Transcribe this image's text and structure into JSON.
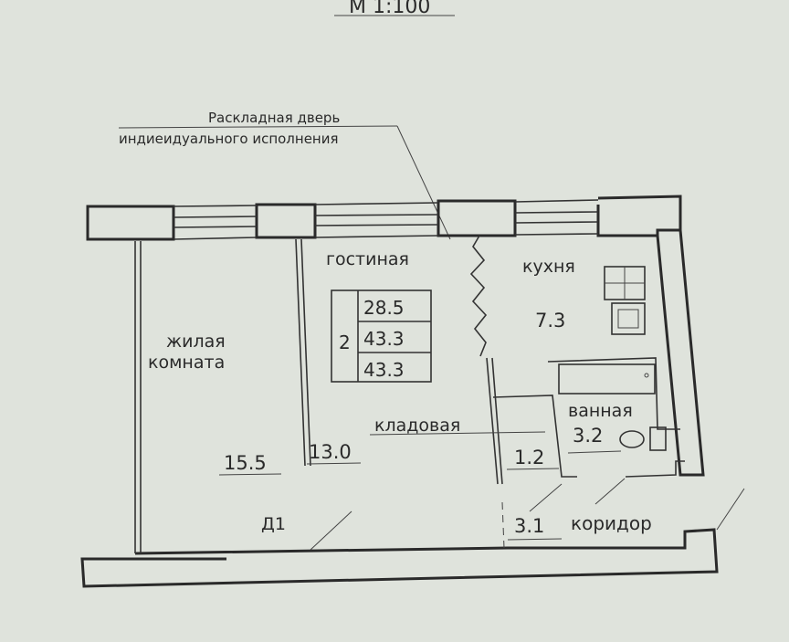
{
  "scale": "М 1:100",
  "note": {
    "line1": "Раскладная дверь",
    "line2": "индиеидуального исполнения"
  },
  "rooms": {
    "living_room": {
      "name": "гостиная",
      "areas": {
        "rooms_count": "2",
        "living": "28.5",
        "total": "43.3",
        "total2": "43.3"
      }
    },
    "kitchen": {
      "name": "кухня",
      "area": "7.3"
    },
    "bedroom": {
      "name_line1": "жилая",
      "name_line2": "комната",
      "area": "15.5"
    },
    "room2": {
      "area": "13.0"
    },
    "storage": {
      "name": "кладовая",
      "area": "1.2"
    },
    "bathroom": {
      "name": "ванная",
      "area": "3.2"
    },
    "corridor": {
      "name": "коридор",
      "area": "3.1"
    },
    "door": {
      "label": "Д1"
    }
  }
}
